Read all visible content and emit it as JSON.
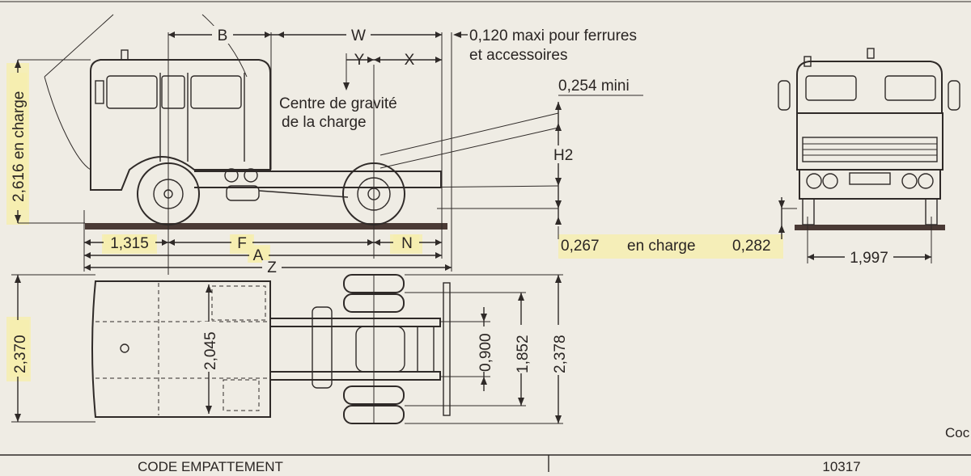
{
  "colors": {
    "paper": "#efece4",
    "ink": "#2f2a28",
    "highlight": "#f6eeb0",
    "ground": "#4a3a35"
  },
  "labels": {
    "B": "B",
    "W": "W",
    "Y": "Y",
    "X": "X",
    "note_line1": "0,120 maxi pour ferrures",
    "note_line2": "et accessoires",
    "mini": "0,254 mini",
    "cg_line1": "Centre de gravité",
    "cg_line2": "de la charge",
    "H2": "H2",
    "height_loaded": "2,616 en charge",
    "d1315": "1,315",
    "F": "F",
    "N": "N",
    "A": "A",
    "Z": "Z",
    "d0267": "0,267",
    "en_charge": "en charge",
    "d0282": "0,282",
    "d1997": "1,997",
    "d2370": "2,370",
    "d2045": "2,045",
    "d0900": "0,900",
    "d1852": "1,852",
    "d2378": "2,378",
    "code_partial": "Coc",
    "table_left": "CODE EMPATTEMENT",
    "table_right": "10317"
  }
}
